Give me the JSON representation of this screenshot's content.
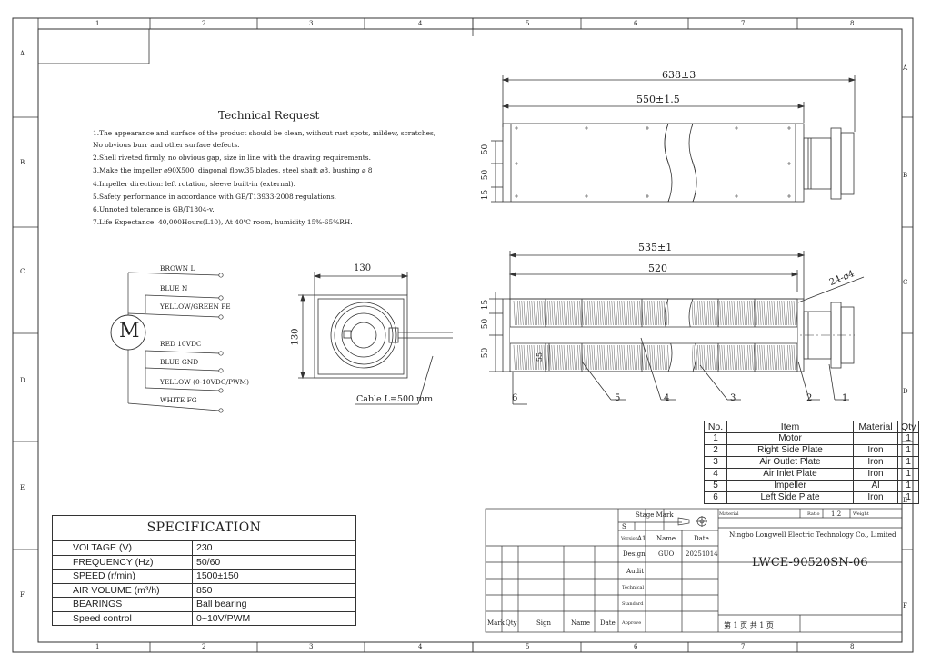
{
  "frame": {
    "columns": [
      "1",
      "2",
      "3",
      "4",
      "5",
      "6",
      "7",
      "8"
    ],
    "rows": [
      "A",
      "B",
      "C",
      "D",
      "E",
      "F"
    ]
  },
  "technical_request": {
    "title": "Technical Request",
    "lines": [
      "1.The appearance and surface of the product should be clean, without rust spots, mildew, scratches,",
      "  No obvious burr and other surface defects.",
      "2.Shell riveted firmly, no obvious gap, size in line with the drawing requirements.",
      "3.Make the impeller ⌀90X500, diagonal flow,35 blades, steel shaft ⌀8, bushing ⌀ 8",
      "4.Impeller direction: left rotation,  sleeve built-in (external).",
      "5.Safety performance in accordance with GB/T13933-2008 regulations.",
      "6.Unnoted tolerance is GB/T1804-v.",
      "7.Life Expectance: 40,000Hours(L10), At 40℃ room, humidity 15%-65%RH."
    ]
  },
  "wiring": {
    "motor_label": "M",
    "wires": [
      "BROWN  L",
      "BLUE  N",
      "YELLOW/GREEN  PE",
      "RED  10VDC",
      "BLUE  GND",
      "YELLOW  (0-10VDC/PWM)",
      "WHITE  FG"
    ]
  },
  "end_view": {
    "width_dim": "130",
    "height_dim": "130",
    "cable_label": "Cable L=500 mm"
  },
  "top_view": {
    "overall_dim": "638±3",
    "body_dim": "550±1.5",
    "left_dims": [
      "50",
      "50",
      "15"
    ]
  },
  "section_view": {
    "overall_dim": "535±1",
    "body_dim": "520",
    "holes_dim": "24-⌀4",
    "left_dims": [
      "15",
      "50",
      "50"
    ],
    "inner_dim": "55",
    "callouts": [
      "6",
      "5",
      "4",
      "3",
      "2",
      "1"
    ]
  },
  "bom": {
    "headers": [
      "No.",
      "Item",
      "Material",
      "Qty"
    ],
    "rows": [
      [
        "1",
        "Motor",
        "",
        "1"
      ],
      [
        "2",
        "Right Side Plate",
        "Iron",
        "1"
      ],
      [
        "3",
        "Air Outlet Plate",
        "Iron",
        "1"
      ],
      [
        "4",
        "Air Inlet Plate",
        "Iron",
        "1"
      ],
      [
        "5",
        "Impeller",
        "Al",
        "1"
      ],
      [
        "6",
        "Left Side Plate",
        "Iron",
        "1"
      ]
    ]
  },
  "specification": {
    "title": "SPECIFICATION",
    "rows": [
      [
        "VOLTAGE  (V)",
        "230"
      ],
      [
        "FREQUENCY (Hz)",
        "50/60"
      ],
      [
        "SPEED    (r/min)",
        "1500±150"
      ],
      [
        "AIR  VOLUME    (m³/h)",
        "850"
      ],
      [
        "BEARINGS",
        "Ball bearing"
      ],
      [
        "Speed control",
        "0~10V/PWM"
      ]
    ]
  },
  "title_block": {
    "stage_mark": "Stage Mark",
    "stage_s": "S",
    "version_label": "Version",
    "version": "A1",
    "name_label": "Name",
    "date_label": "Date",
    "design_label": "Design",
    "designer": "GUO",
    "design_date": "20251014",
    "audit_label": "Audit",
    "technical_label": "Technical",
    "standard_label": "Standard",
    "approve_label": "Approve",
    "material_label": "Material",
    "ratio_label": "Ratio",
    "ratio": "1:2",
    "weight_label": "Weight",
    "company": "Ningbo Longwell Electric Technology  Co., Limited",
    "drawing_no": "LWCE-90520SN-06",
    "sheet_info": "第 1 页   共 1 页",
    "bottom_headers": [
      "Mark",
      "Qty",
      "Sign",
      "Name",
      "Date"
    ]
  }
}
